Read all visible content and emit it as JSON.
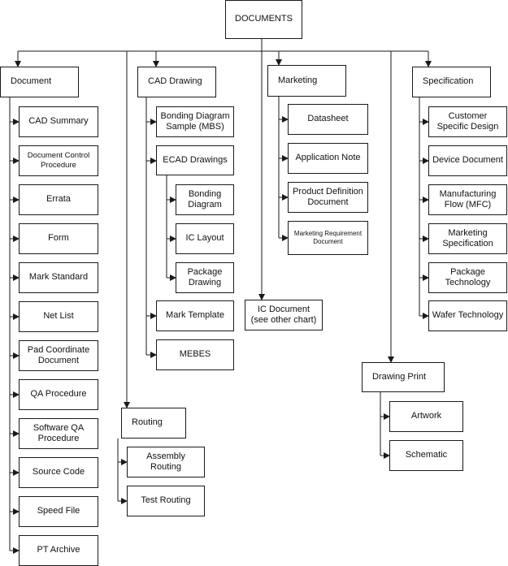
{
  "diagram": {
    "root": "DOCUMENTS",
    "document": {
      "label": "Document",
      "children": [
        "CAD Summary",
        "Document Control Procedure",
        "Errata",
        "Form",
        "Mark Standard",
        "Net List",
        "Pad Coordinate Document",
        "QA Procedure",
        "Software QA Procedure",
        "Source Code",
        "Speed File",
        "PT Archive"
      ]
    },
    "cad_drawing": {
      "label": "CAD Drawing",
      "bonding_sample": "Bonding Diagram Sample (MBS)",
      "ecad": {
        "label": "ECAD Drawings",
        "children": [
          "Bonding Diagram",
          "IC Layout",
          "Package Drawing"
        ]
      },
      "mark_template": "Mark Template",
      "mebes": "MEBES"
    },
    "marketing": {
      "label": "Marketing",
      "children": [
        "Datasheet",
        "Application Note",
        "Product Definition Document",
        "Marketing Requirement Document"
      ]
    },
    "ic_document": "IC Document (see other chart)",
    "specification": {
      "label": "Specification",
      "children": [
        "Customer Specific Design",
        "Device Document",
        "Manufacturing Flow (MFC)",
        "Marketing Specification",
        "Package Technology",
        "Wafer Technology"
      ]
    },
    "routing": {
      "label": "Routing",
      "children": [
        "Assembly Routing",
        "Test Routing"
      ]
    },
    "drawing_print": {
      "label": "Drawing Print",
      "children": [
        "Artwork",
        "Schematic"
      ]
    }
  },
  "colors": {
    "line": "#1a1a1a",
    "box_border": "#1a1a1a",
    "background": "#ffffff"
  }
}
